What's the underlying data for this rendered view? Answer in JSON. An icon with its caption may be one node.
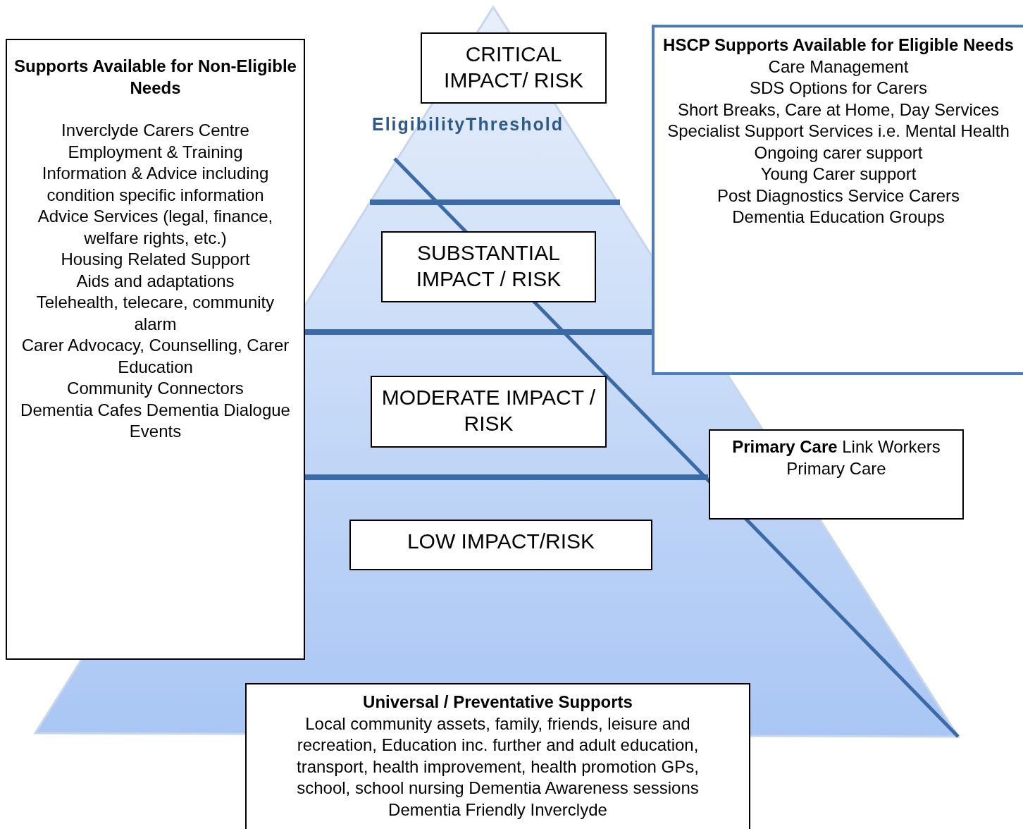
{
  "diagram": {
    "nodes": [
      {
        "text": [
          "Supports Available for Non-Eligible Needs",
          "Inverclyde Carers Centre",
          "Employment & Training",
          "Information & Advice including condition specific information",
          "Advice Services (legal, finance, welfare rights, etc.)",
          "Housing Related Support",
          "Aids and adaptations",
          "Telehealth, telecare, community alarm",
          "Carer Advocacy, Counselling, Carer Education",
          "Community Connectors",
          "Dementia Cafes Dementia Dialogue Events"
        ]
      },
      {
        "text": [
          "CRITICAL IMPACT/ RISK"
        ]
      },
      {
        "text": [
          "SUBSTANTIAL IMPACT / RISK"
        ]
      },
      {
        "text": [
          "MODERATE IMPACT / RISK"
        ]
      },
      {
        "text": [
          "LOW IMPACT/RISK"
        ]
      },
      {
        "text": [
          "HSCP Supports Available for Eligible Needs",
          "Care Management",
          "SDS Options for Carers",
          "Short Breaks, Care at Home, Day Services",
          "Specialist Support Services i.e. Mental Health",
          "Ongoing carer support",
          "Young Carer support",
          "Post Diagnostics Service Carers",
          "Dementia Education Groups"
        ]
      },
      {
        "text": [
          "**Primary Care** Link Workers",
          "Primary Care"
        ]
      },
      {
        "text": [
          "Universal / Preventative Supports",
          "Local community assets, family, friends, leisure and recreation, Education inc. further and adult education, transport, health improvement, health promotion GPs, school, school nursing Dementia Awareness sessions Dementia Friendly Inverclyde"
        ]
      }
    ],
    "labels": [
      "EligibilityThreshold"
    ]
  }
}
